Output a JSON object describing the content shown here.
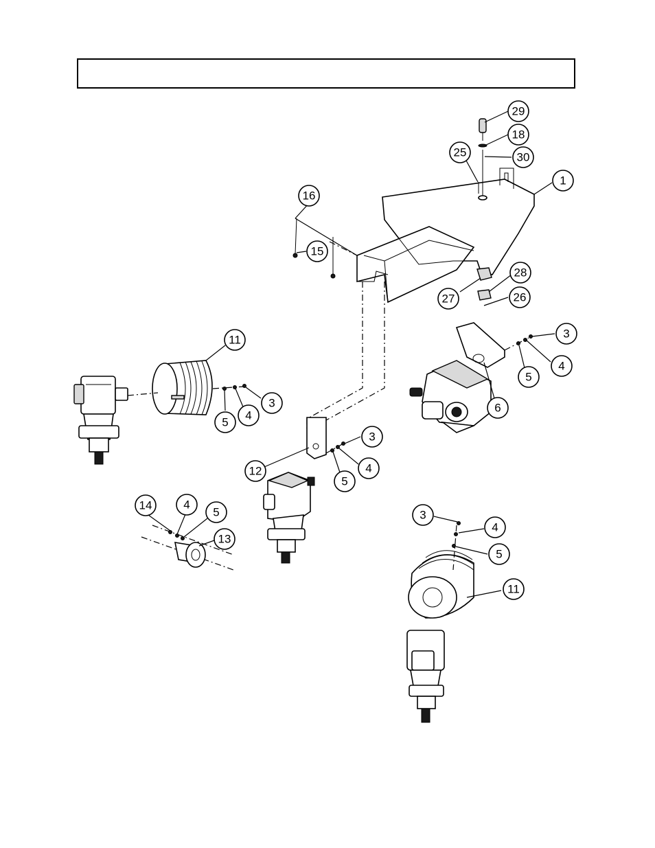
{
  "header": {
    "title": ""
  },
  "callouts": [
    {
      "id": "c29a",
      "label": "29"
    },
    {
      "id": "c18",
      "label": "18"
    },
    {
      "id": "c25",
      "label": "25"
    },
    {
      "id": "c30",
      "label": "30"
    },
    {
      "id": "c1",
      "label": "1"
    },
    {
      "id": "c16",
      "label": "16"
    },
    {
      "id": "c15",
      "label": "15"
    },
    {
      "id": "c28",
      "label": "28"
    },
    {
      "id": "c27",
      "label": "27"
    },
    {
      "id": "c26",
      "label": "26"
    },
    {
      "id": "c3a",
      "label": "3"
    },
    {
      "id": "c4a",
      "label": "4"
    },
    {
      "id": "c5a",
      "label": "5"
    },
    {
      "id": "c6",
      "label": "6"
    },
    {
      "id": "c11a",
      "label": "11"
    },
    {
      "id": "c3b",
      "label": "3"
    },
    {
      "id": "c4b",
      "label": "4"
    },
    {
      "id": "c5b",
      "label": "5"
    },
    {
      "id": "c3c",
      "label": "3"
    },
    {
      "id": "c4c",
      "label": "4"
    },
    {
      "id": "c5c",
      "label": "5"
    },
    {
      "id": "c12",
      "label": "12"
    },
    {
      "id": "c14",
      "label": "14"
    },
    {
      "id": "c4d",
      "label": "4"
    },
    {
      "id": "c5d",
      "label": "5"
    },
    {
      "id": "c13",
      "label": "13"
    },
    {
      "id": "c3d",
      "label": "3"
    },
    {
      "id": "c4e",
      "label": "4"
    },
    {
      "id": "c5e",
      "label": "5"
    },
    {
      "id": "c11b",
      "label": "11"
    }
  ]
}
